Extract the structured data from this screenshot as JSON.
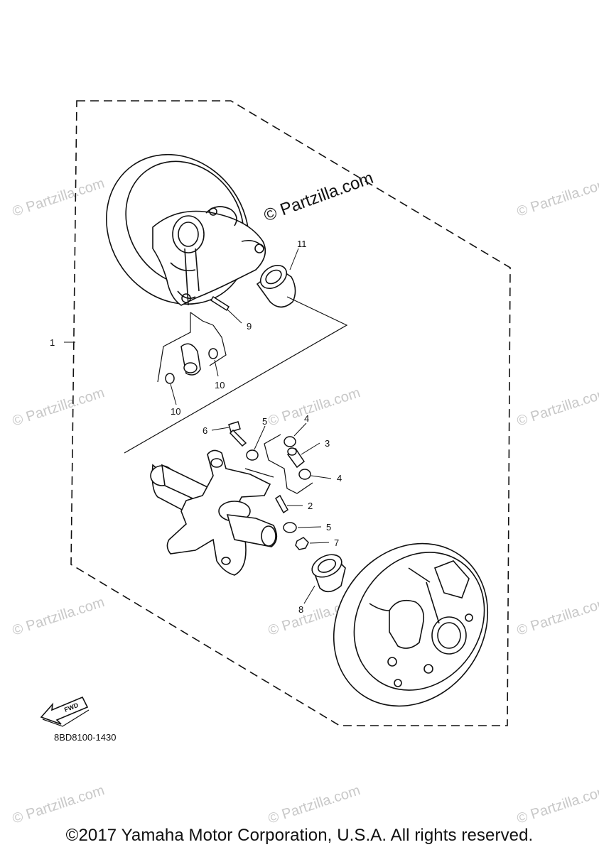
{
  "watermark": {
    "main": "© Partzilla.com",
    "faint": "© Partzilla.com"
  },
  "callouts": [
    "1",
    "2",
    "3",
    "4",
    "4",
    "5",
    "5",
    "6",
    "7",
    "8",
    "9",
    "10",
    "10",
    "11"
  ],
  "fwd_label": "FWD",
  "diagram_code": "8BD8100-1430",
  "copyright": "©2017 Yamaha Motor Corporation, U.S.A. All rights reserved.",
  "colors": {
    "line": "#111111",
    "watermark": "#c8c8c8",
    "background": "#ffffff"
  }
}
